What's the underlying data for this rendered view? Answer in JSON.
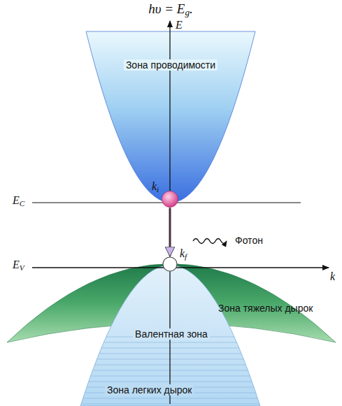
{
  "diagram": {
    "nodes": [
      {
        "text": [
          "Зона проводимости"
        ]
      },
      {
        "text": [
          "ki"
        ]
      },
      {
        "text": [
          "kf"
        ]
      },
      {
        "text": [
          "Зона тяжелых дырок"
        ]
      },
      {
        "text": [
          "Валентная зона",
          "Зона легких дырок"
        ]
      }
    ],
    "edges": [
      {
        "from": 1,
        "to": 2,
        "arrow": "to"
      }
    ],
    "labels": [
      "hυ = Eg.",
      "E",
      "EC",
      "Фотон",
      "EV",
      "k"
    ]
  }
}
